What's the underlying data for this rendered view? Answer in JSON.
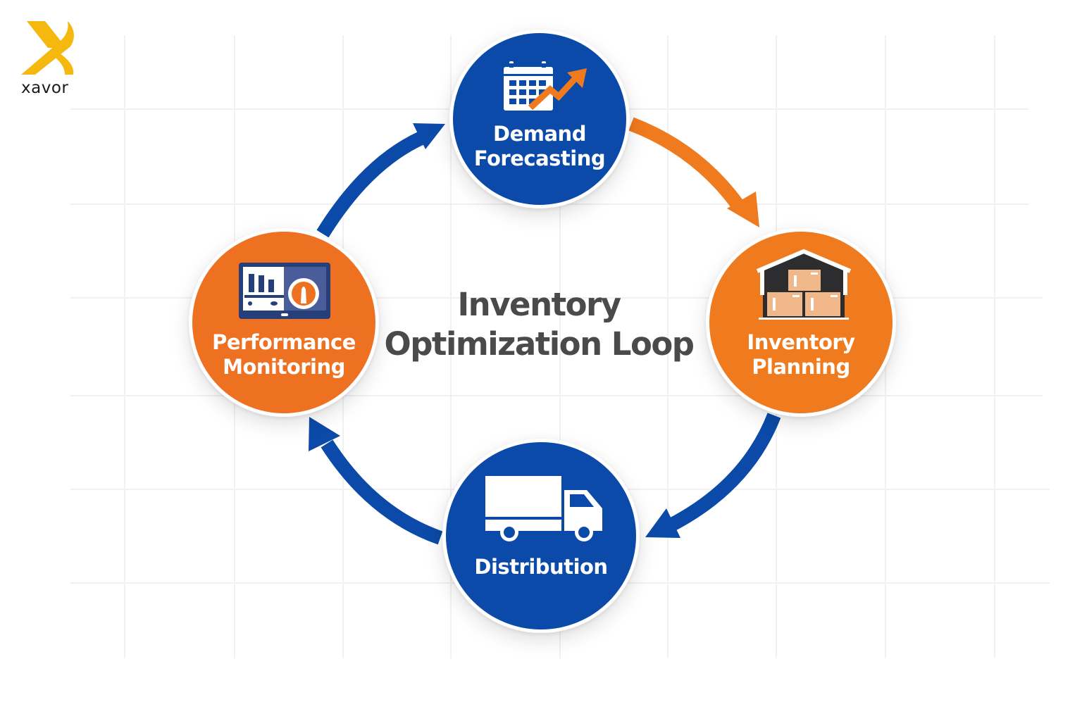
{
  "brand": {
    "name": "xavor",
    "logo_icon": "x-swoosh-logo-icon",
    "logo_color": "#f5b80f"
  },
  "title": {
    "line1": "Inventory",
    "line2": "Optimization Loop",
    "color": "#4a4a4a"
  },
  "colors": {
    "blue": "#0b4aa8",
    "orange": "#f07a1e",
    "grid": "#f1f1f4",
    "white": "#ffffff"
  },
  "nodes": [
    {
      "id": "demand-forecasting",
      "line1": "Demand",
      "line2": "Forecasting",
      "icon": "calendar-trend-icon",
      "color": "blue"
    },
    {
      "id": "inventory-planning",
      "line1": "Inventory",
      "line2": "Planning",
      "icon": "warehouse-boxes-icon",
      "color": "orange"
    },
    {
      "id": "distribution",
      "line1": "Distribution",
      "line2": "",
      "icon": "delivery-truck-icon",
      "color": "blue"
    },
    {
      "id": "performance-monitoring",
      "line1": "Performance",
      "line2": "Monitoring",
      "icon": "monitor-dashboard-icon",
      "color": "orange"
    }
  ],
  "arrows": [
    {
      "from": "demand-forecasting",
      "to": "inventory-planning",
      "color": "orange"
    },
    {
      "from": "inventory-planning",
      "to": "distribution",
      "color": "blue"
    },
    {
      "from": "distribution",
      "to": "performance-monitoring",
      "color": "blue"
    },
    {
      "from": "performance-monitoring",
      "to": "demand-forecasting",
      "color": "blue"
    }
  ]
}
